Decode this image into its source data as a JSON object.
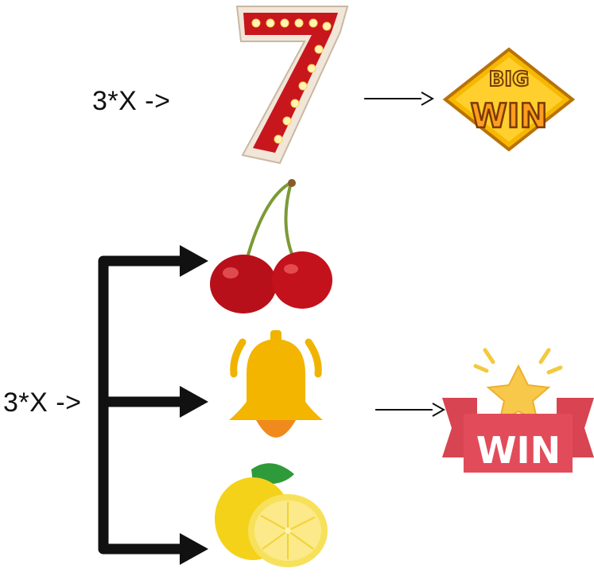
{
  "rules": [
    {
      "condition": "3*X ->",
      "symbols": [
        "seven"
      ],
      "result": "BIG WIN"
    },
    {
      "condition": "3*X ->",
      "symbols": [
        "cherry",
        "bell",
        "lemon"
      ],
      "result": "WIN"
    }
  ],
  "icons": {
    "seven": "seven-icon",
    "big_win": "big-win-badge-icon",
    "cherry": "cherry-icon",
    "bell": "bell-icon",
    "lemon": "lemon-icon",
    "win": "win-badge-icon"
  },
  "badges": {
    "big_win_line1": "BIG",
    "big_win_line2": "WIN",
    "win": "WIN"
  },
  "colors": {
    "seven_red": "#c8161d",
    "gold": "#f0b400",
    "win_red": "#d84451"
  }
}
